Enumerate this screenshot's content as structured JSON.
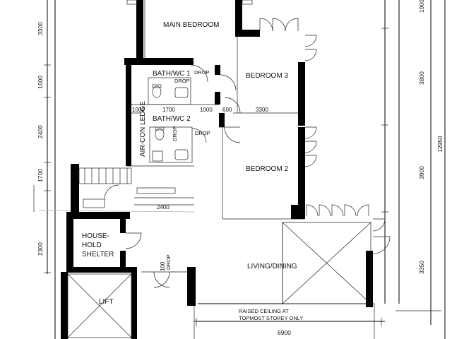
{
  "rooms": {
    "main_bedroom": "MAIN BEDROOM",
    "bedroom_3": "BEDROOM 3",
    "bedroom_2": "BEDROOM 2",
    "bath_wc_1": "BATH/WC 1",
    "bath_wc_2": "BATH/WC 2",
    "air_con_ledge": "AIR-CON LEDGE",
    "household_shelter_1": "HOUSE-",
    "household_shelter_2": "HOLD",
    "household_shelter_3": "SHELTER",
    "living_dining": "LIVING/DINING",
    "lift": "LIFT"
  },
  "notes": {
    "raised_ceiling_1": "RAISED CEILING AT",
    "raised_ceiling_2": "TOPMOST STOREY ONLY",
    "drop": "DROP"
  },
  "dimensions": {
    "left": [
      "3300",
      "1600",
      "2400",
      "1700",
      "2300"
    ],
    "right": [
      "1900",
      "3800",
      "3900",
      "3350"
    ],
    "total_right": "12950",
    "bottom": "6900",
    "row_1000_a": "1000",
    "row_1700": "1700",
    "row_1000_b": "1000",
    "row_600": "600",
    "row_3300": "3300",
    "kitchen_2400": "2400",
    "door_100": "100"
  }
}
